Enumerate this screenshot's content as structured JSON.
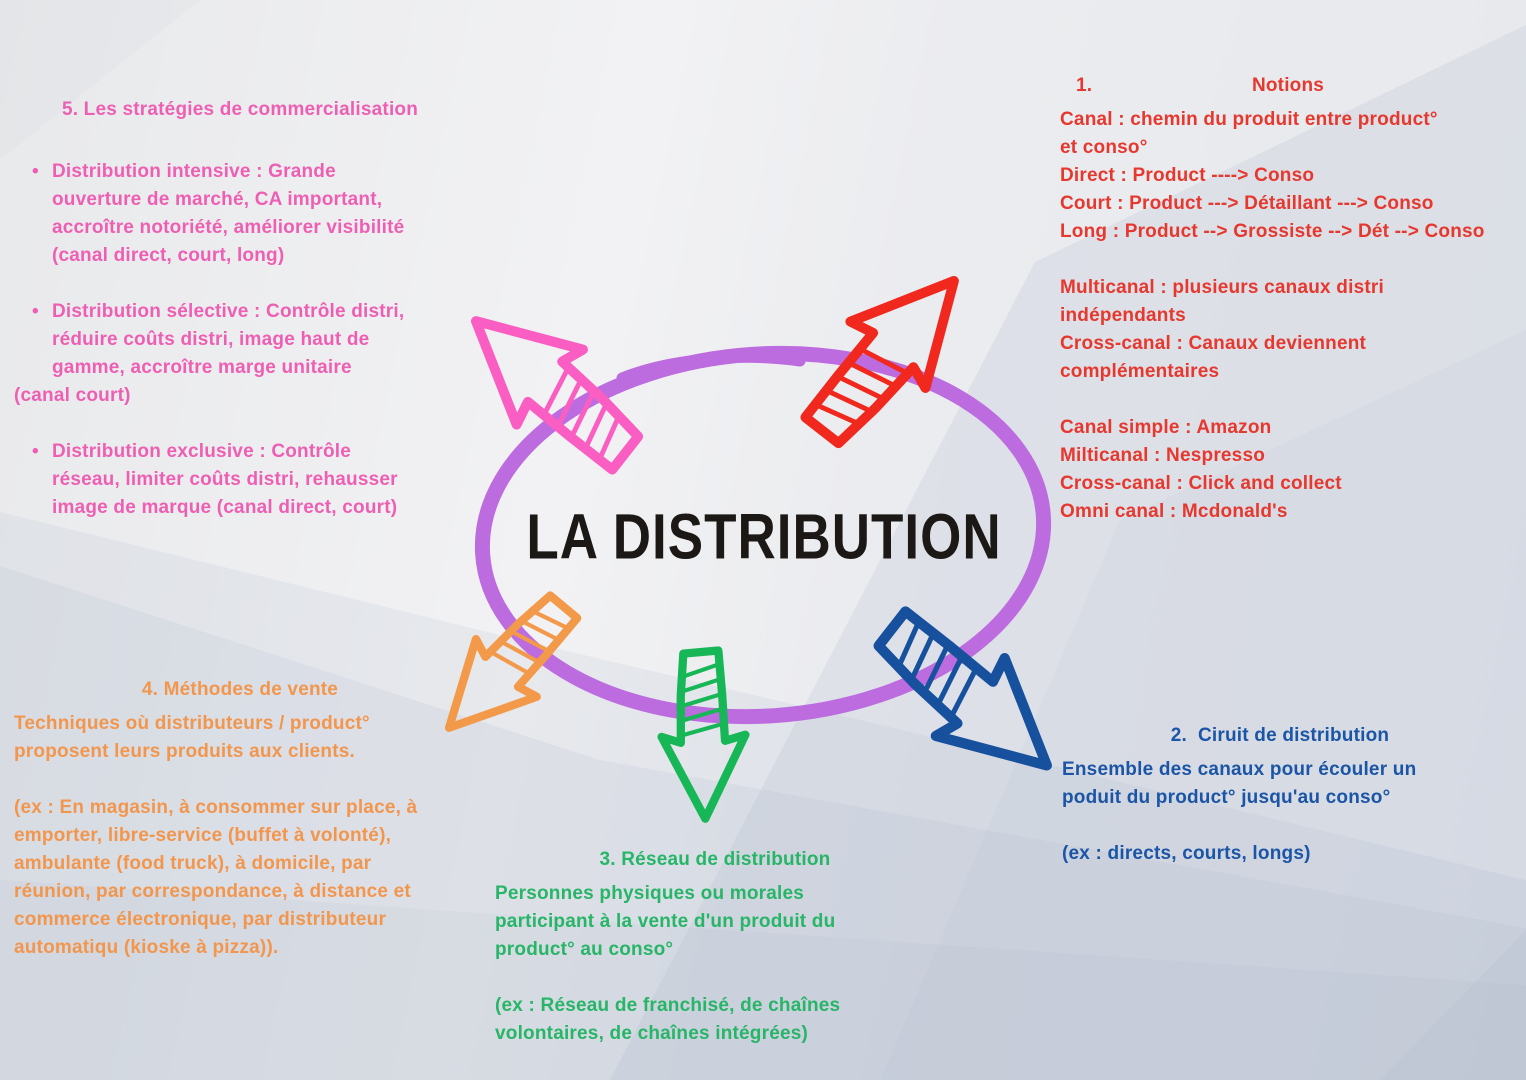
{
  "title": "LA DISTRIBUTION",
  "colors": {
    "pink_text": "#ee5fb4",
    "red_text": "#e6382e",
    "orange_text": "#f3964d",
    "green_text": "#27b567",
    "blue_text": "#1b55a5",
    "title_black": "#1b1815",
    "ellipse_purple": "#bd6cdf",
    "arrows": {
      "pink": "#fa5ec2",
      "red": "#f0281d",
      "orange": "#f2994a",
      "green": "#17b757",
      "blue": "#17519e"
    }
  },
  "sections": {
    "strategies": {
      "heading": "5. Les stratégies de commercialisation",
      "bullets": [
        {
          "text": "Distribution intensive : Grande\nouverture de marché, CA important,\naccroître notoriété, améliorer visibilité\n(canal direct, court, long)"
        },
        {
          "text": "Distribution sélective : Contrôle distri,\nréduire coûts distri, image haut de\ngamme, accroître marge unitaire",
          "tail": "(canal court)"
        },
        {
          "text": "Distribution exclusive : Contrôle\nréseau, limiter coûts distri, rehausser\nimage de marque (canal direct, court)"
        }
      ]
    },
    "notions": {
      "heading_number": "1.",
      "heading_label": "Notions",
      "para1": "Canal : chemin du produit entre product°\net conso°\nDirect : Product ----> Conso\nCourt : Product ---> Détaillant ---> Conso\nLong : Product --> Grossiste --> Dét --> Conso",
      "para2": "Multicanal : plusieurs canaux distri\nindépendants\nCross-canal : Canaux deviennent\ncomplémentaires",
      "para3": "Canal simple : Amazon\nMilticanal : Nespresso\nCross-canal : Click and collect\nOmni canal : Mcdonald's"
    },
    "circuit": {
      "heading": "2.  Ciruit de distribution",
      "body": "Ensemble des canaux pour écouler un\npoduit du product° jusqu'au conso°",
      "example": "(ex : directs, courts, longs)"
    },
    "reseau": {
      "heading": "3. Réseau de distribution",
      "body": "Personnes physiques ou morales\nparticipant à la vente d'un produit du\nproduct° au conso°",
      "example": "(ex : Réseau de franchisé, de chaînes\nvolontaires, de chaînes intégrées)"
    },
    "methodes": {
      "heading": "4. Méthodes de vente",
      "body": "Techniques où distributeurs / product°\nproposent leurs produits aux clients.",
      "example": "(ex : En magasin, à consommer sur place, à\nemporter, libre-service (buffet à volonté),\nambulante (food truck), à domicile, par\nréunion, par correspondance, à distance et\ncommerce électronique, par distributeur\nautomatiqu (kioske à pizza))."
    }
  }
}
